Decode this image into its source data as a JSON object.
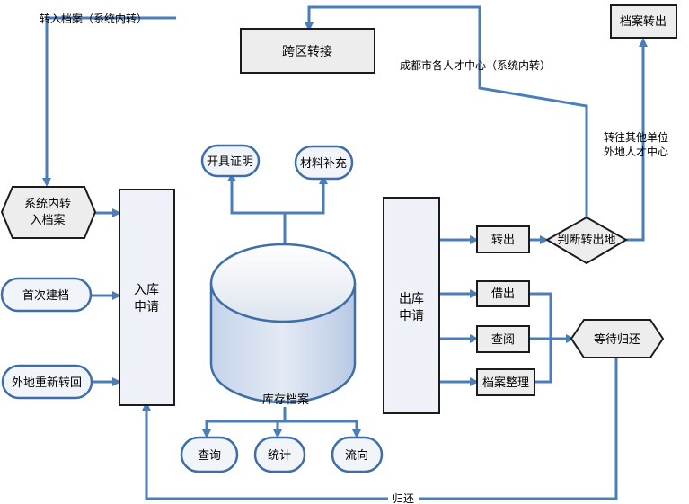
{
  "diagram": {
    "transfer_in_label": "转入档案（系统内转）",
    "cross_region_label": "跨区转接",
    "chengdu_label": "成都市各人才中心（系统内转）",
    "archive_out_label": "档案转出",
    "other_units_label_line1": "转往其他单位",
    "other_units_label_line2": "外地人才中心",
    "issue_cert_label": "开具证明",
    "material_supp_label": "材料补充",
    "sys_transfer_line1": "系统内转",
    "sys_transfer_line2": "入档案",
    "first_file_label": "首次建档",
    "remote_return_label": "外地重新转回",
    "storage_apply_line1": "入库",
    "storage_apply_line2": "申请",
    "inventory_label": "库存档案",
    "outbound_apply_line1": "出库",
    "outbound_apply_line2": "申请",
    "transfer_out_label": "转出",
    "judge_label": "判断转出地",
    "borrow_label": "借出",
    "consult_label": "查阅",
    "organize_label": "档案整理",
    "await_return_label": "等待归还",
    "query_label": "查询",
    "stats_label": "统计",
    "flow_label": "流向",
    "return_label": "归还"
  },
  "colors": {
    "connector": "#4a7ebb",
    "box_stroke": "#1b1b1b"
  }
}
